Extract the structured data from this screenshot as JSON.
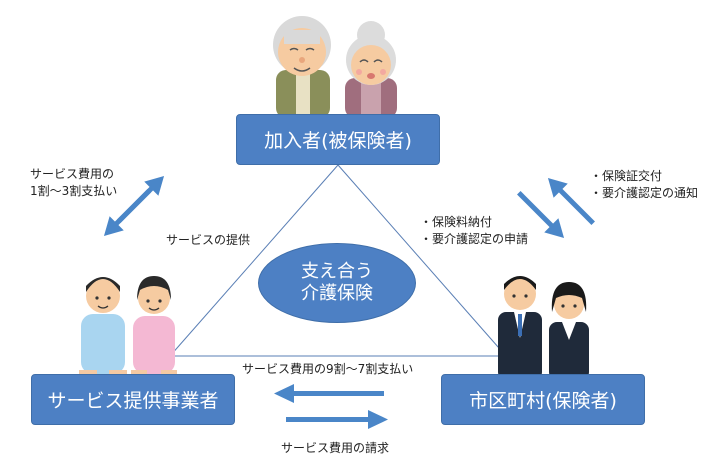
{
  "nodes": {
    "insured": "加入者(被保険者)",
    "provider": "サービス提供事業者",
    "municipality": "市区町村(保険者)"
  },
  "center": {
    "line1": "支え合う",
    "line2": "介護保険"
  },
  "labels": {
    "user_payment_1": "サービス費用の",
    "user_payment_2": "1割～3割支払い",
    "service_provision": "サービスの提供",
    "premium_1": "・保険料納付",
    "premium_2": "・要介護認定の申請",
    "cert_1": "・保険証交付",
    "cert_2": "・要介護認定の通知",
    "municipal_payment": "サービス費用の9割～7割支払い",
    "billing": "サービス費用の請求"
  },
  "colors": {
    "box": "#4d80c4",
    "arrow": "#4a86c8",
    "line": "#5a7fb5"
  },
  "icons": [
    "elderly-man-icon",
    "elderly-woman-icon",
    "nurse-man-icon",
    "nurse-woman-icon",
    "businessman-icon",
    "businesswoman-icon"
  ]
}
